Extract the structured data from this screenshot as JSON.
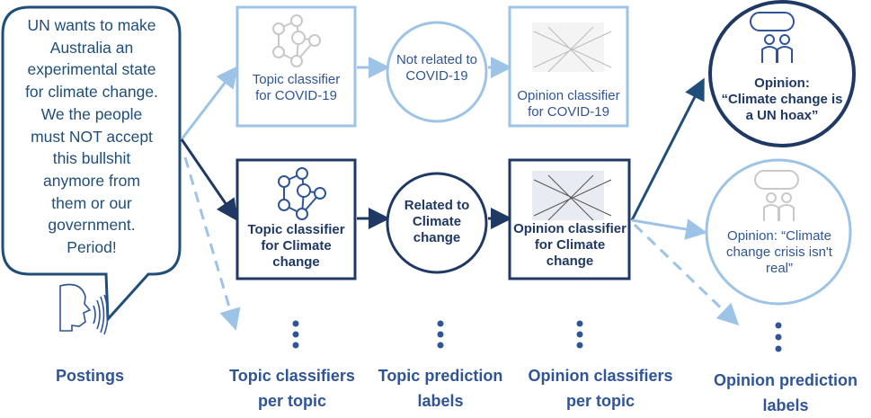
{
  "posting": {
    "text_lines": [
      "UN wants to make",
      "Australia an",
      "experimental state",
      "for climate change.",
      "We the people",
      "must NOT accept",
      "this bullshit",
      "anymore from",
      "them or our",
      "government.",
      "Period!"
    ],
    "icon": "speaking-head-icon"
  },
  "covid_row": {
    "topic_classifier": "Topic classifier for COVID-19",
    "prediction": "Not related to COVID-19",
    "opinion_classifier": "Opinion classifier for COVID-19"
  },
  "climate_row": {
    "topic_classifier": "Topic classifier for Climate change",
    "prediction": "Related to Climate change",
    "opinion_classifier": "Opinion classifier for Climate change"
  },
  "opinions": {
    "positive_label": "Opinion:",
    "positive_text": "“Climate change is a UN hoax”",
    "other_text": "Opinion: “Climate change crisis isn't real”"
  },
  "footer": {
    "postings": "Postings",
    "topic_classifiers": "Topic classifiers per topic",
    "topic_labels": "Topic prediction labels",
    "opinion_classifiers": "Opinion classifiers per topic",
    "opinion_labels": "Opinion prediction labels"
  },
  "colors": {
    "dark": "#203864",
    "mid": "#1f4e79",
    "light": "#9dc3e6",
    "text": "#2f5597"
  }
}
